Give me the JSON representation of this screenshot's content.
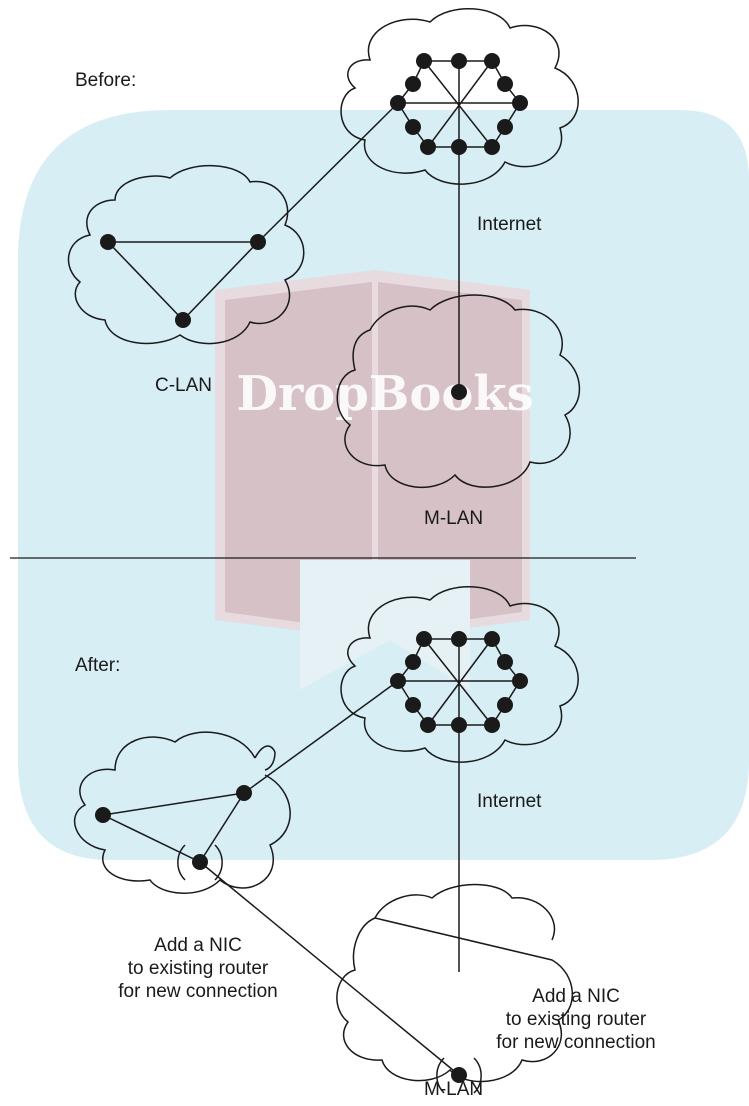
{
  "watermark": {
    "text": "DropBooks",
    "colors": {
      "rounded_bg": "#d6eef4",
      "book_cover": "#c5a3aa",
      "book_text": "#ffffff"
    }
  },
  "before": {
    "heading": "Before:",
    "internet_label": "Internet",
    "clan_label": "C-LAN",
    "mlan_label": "M-LAN"
  },
  "after": {
    "heading": "After:",
    "internet_label": "Internet",
    "mlan_label": "M-LAN",
    "note_left": {
      "line1": "Add a NIC",
      "line2": "to existing router",
      "line3": "for new connection"
    },
    "note_right": {
      "line1": "Add a NIC",
      "line2": "to existing router",
      "line3": "for new connection"
    }
  },
  "colors": {
    "stroke": "#1a1a1a",
    "node": "#1a1a1a",
    "divider": "#1a1a1a"
  }
}
